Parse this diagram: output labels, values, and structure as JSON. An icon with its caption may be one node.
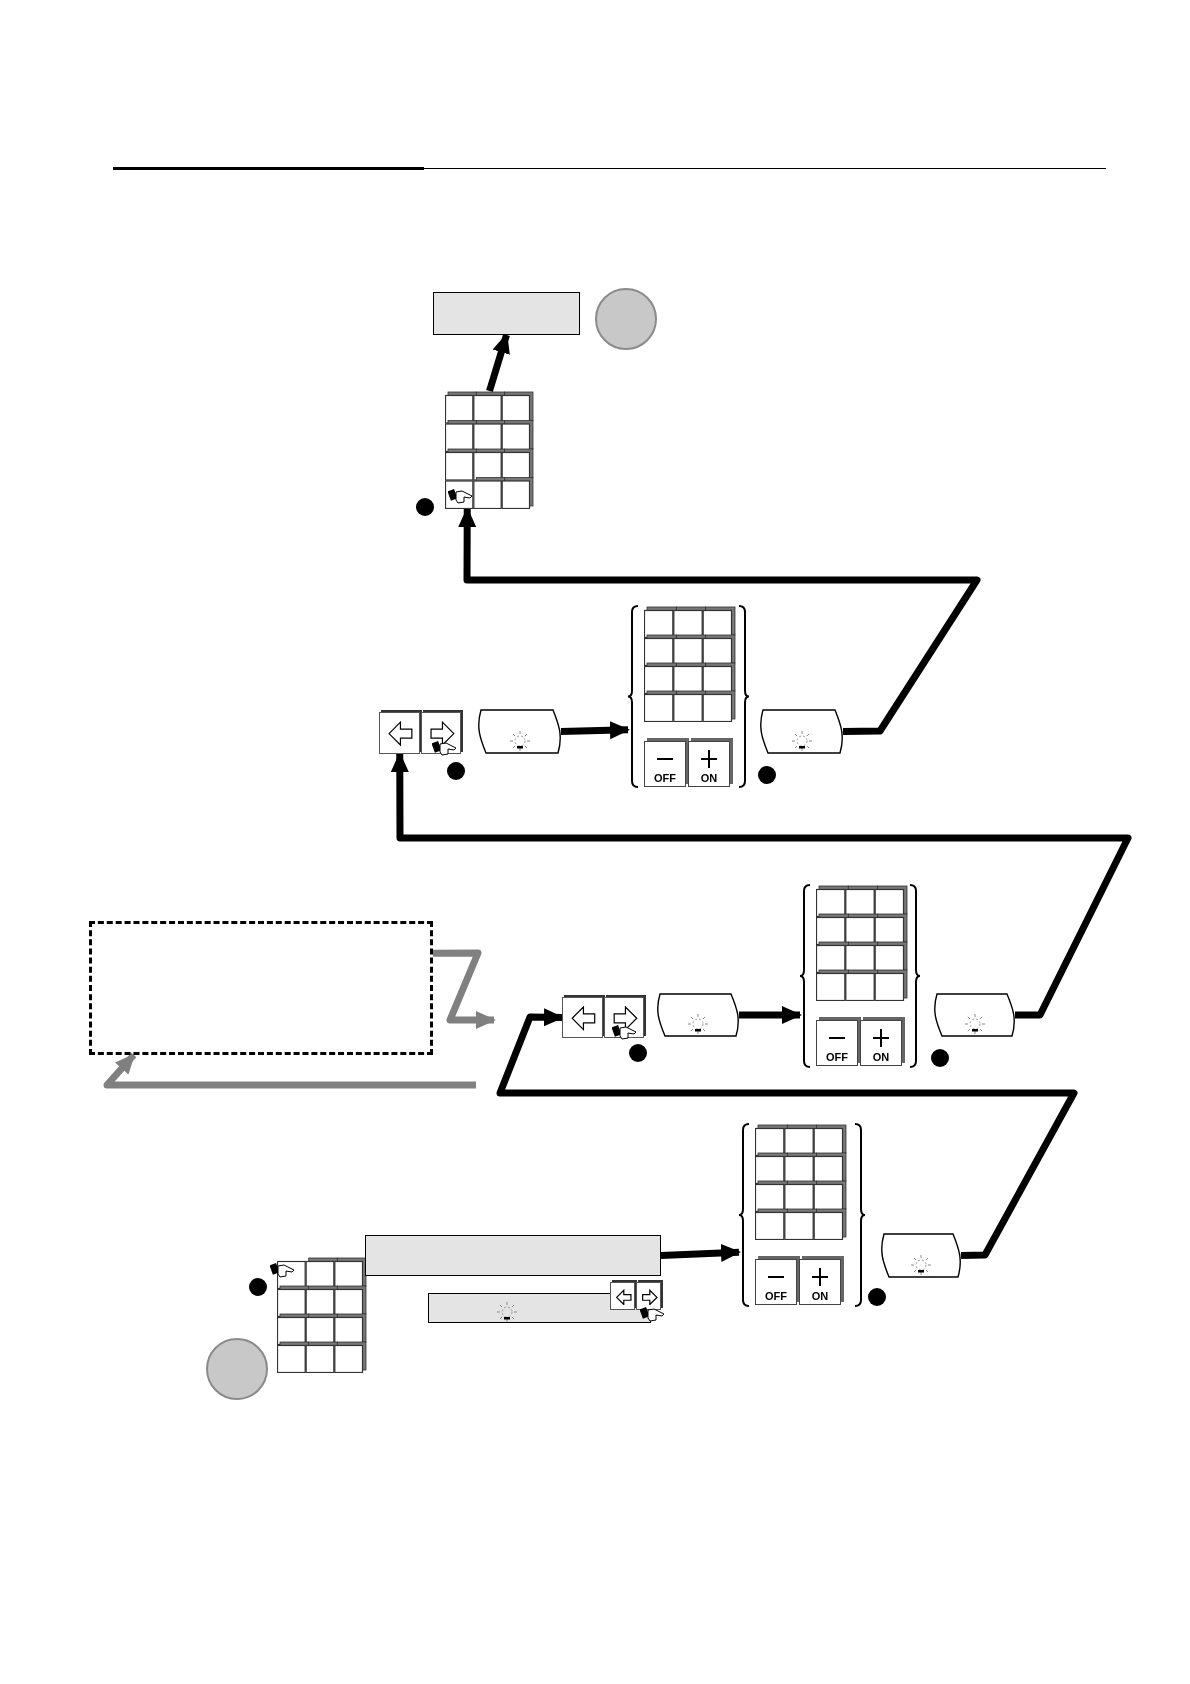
{
  "diagram": {
    "nodes": [
      {
        "text": [],
        "shape": "box"
      },
      {
        "text": [],
        "shape": "circle"
      },
      {
        "text": [],
        "shape": "keypad"
      },
      {
        "text": [],
        "shape": "keys"
      },
      {
        "text": [],
        "shape": "tape"
      },
      {
        "text": [],
        "shape": "bracket"
      },
      {
        "text": [],
        "shape": "keypad",
        "in": 5
      },
      {
        "text": [
          "OFF"
        ],
        "in": 5
      },
      {
        "text": [
          "ON"
        ],
        "in": 5
      },
      {
        "text": [],
        "shape": "tape"
      },
      {
        "text": [],
        "shape": "keys"
      },
      {
        "text": [],
        "shape": "tape"
      },
      {
        "text": [],
        "shape": "bracket"
      },
      {
        "text": [],
        "shape": "keypad",
        "in": 12
      },
      {
        "text": [
          "OFF"
        ],
        "in": 12
      },
      {
        "text": [
          "ON"
        ],
        "in": 12
      },
      {
        "text": [],
        "shape": "tape"
      },
      {
        "text": [],
        "shape": "box"
      },
      {
        "text": [],
        "shape": "keypad"
      },
      {
        "text": [],
        "shape": "circle"
      },
      {
        "text": [],
        "shape": "box"
      },
      {
        "text": [],
        "shape": "box"
      },
      {
        "text": [],
        "shape": "keys"
      },
      {
        "text": [],
        "shape": "bracket"
      },
      {
        "text": [],
        "shape": "keypad",
        "in": 23
      },
      {
        "text": [
          "OFF"
        ],
        "in": 23
      },
      {
        "text": [
          "ON"
        ],
        "in": 23
      },
      {
        "text": [],
        "shape": "tape"
      }
    ],
    "edges": [
      {
        "from": 2,
        "to": 0,
        "arrow": "to"
      },
      {
        "from": 9,
        "to": 2,
        "arrow": "to"
      },
      {
        "from": 4,
        "to": 5,
        "arrow": "to"
      },
      {
        "from": 16,
        "to": 3,
        "arrow": "to"
      },
      {
        "from": 11,
        "to": 12,
        "arrow": "to"
      },
      {
        "from": 17,
        "to": null,
        "arrow": "to",
        "color": "#808080"
      },
      {
        "from": null,
        "to": 17,
        "arrow": "to",
        "color": "#808080"
      },
      {
        "from": 27,
        "to": 10,
        "arrow": "to"
      },
      {
        "from": 20,
        "to": 23,
        "arrow": "to"
      }
    ]
  }
}
